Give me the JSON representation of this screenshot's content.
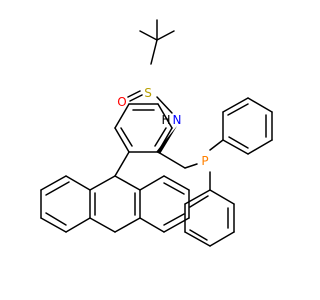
{
  "atoms": {
    "oxygen": "O",
    "sulfur": "S",
    "nitrogen": "N",
    "hydrogen": "H",
    "phosphorus": "P"
  },
  "colors": {
    "bond": "#000000",
    "oxygen": "#ff0000",
    "sulfur": "#b8a000",
    "nitrogen": "#0000ff",
    "phosphorus": "#ff8000",
    "hydrogen": "#000000"
  }
}
